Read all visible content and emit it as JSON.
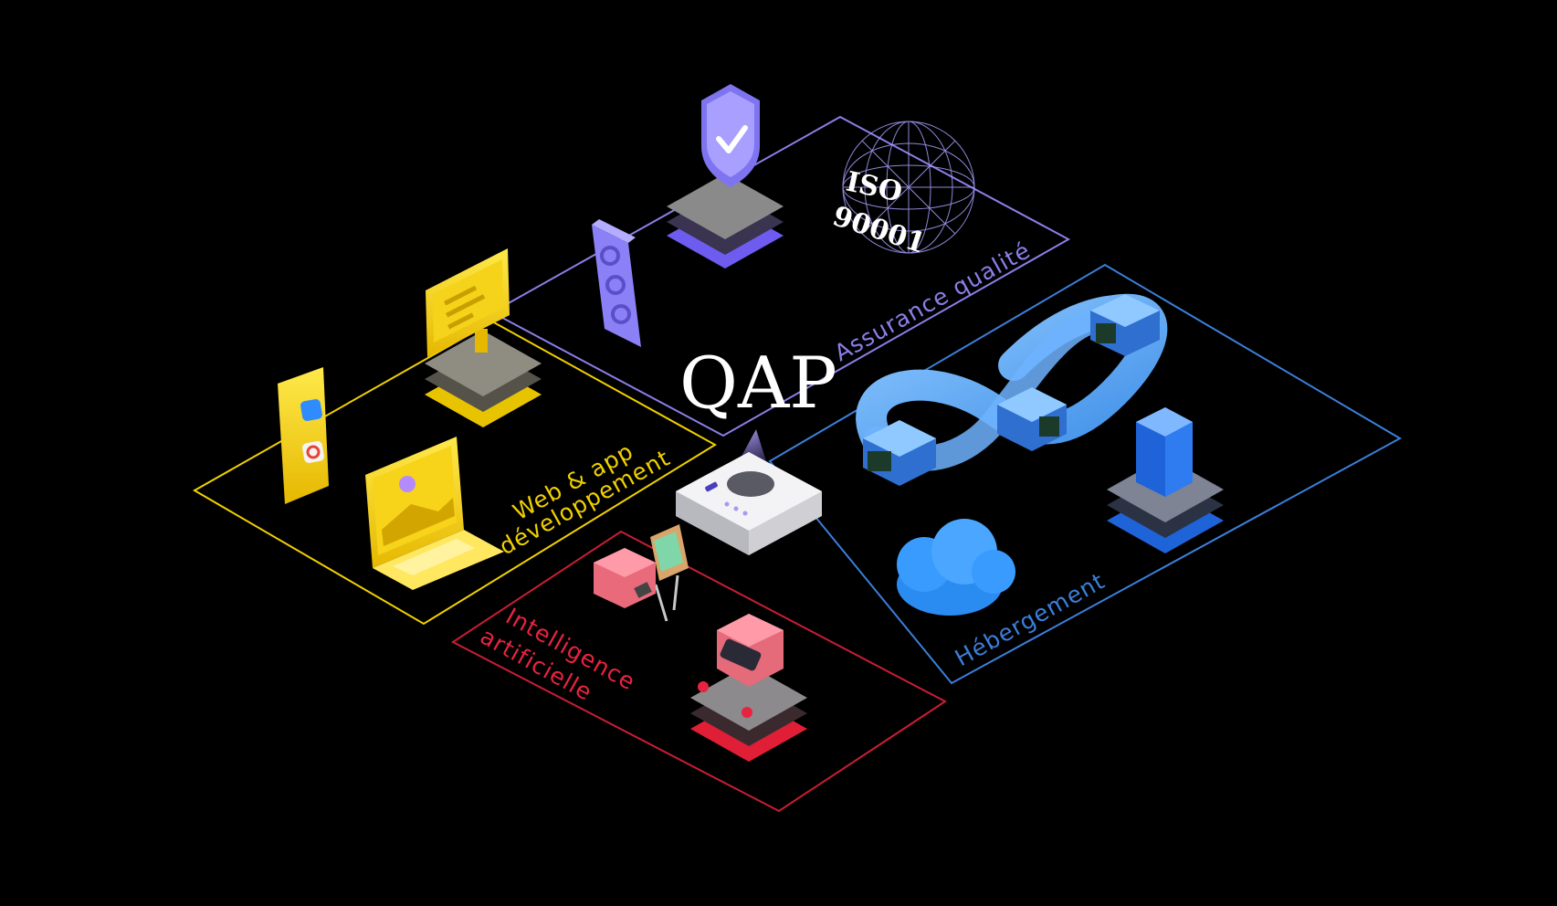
{
  "brand": "QAP",
  "sections": {
    "quality": {
      "label": "Assurance qualité",
      "color": "#8b7fe8"
    },
    "web": {
      "line1": "Web & app",
      "line2": "développement",
      "color": "#f0d000"
    },
    "hosting": {
      "label": "Hébergement",
      "color": "#3b7fd9"
    },
    "ai": {
      "line1": "Intelligence",
      "line2": "artificielle",
      "color": "#e8233f"
    }
  },
  "iso_badge": {
    "line1": "ISO",
    "line2": "90001"
  },
  "icons": {
    "shield": "shield-check-icon",
    "globe": "wireframe-globe-icon",
    "gears": "gears-panel-icon",
    "monitor": "monitor-code-icon",
    "phone": "smartphone-apps-icon",
    "laptop": "laptop-image-icon",
    "device": "projector-device-icon",
    "infinity": "devops-infinity-icon",
    "server": "server-rack-icon",
    "cloud": "cloud-icon",
    "robot": "robot-head-icon",
    "easel": "painting-easel-icon"
  }
}
